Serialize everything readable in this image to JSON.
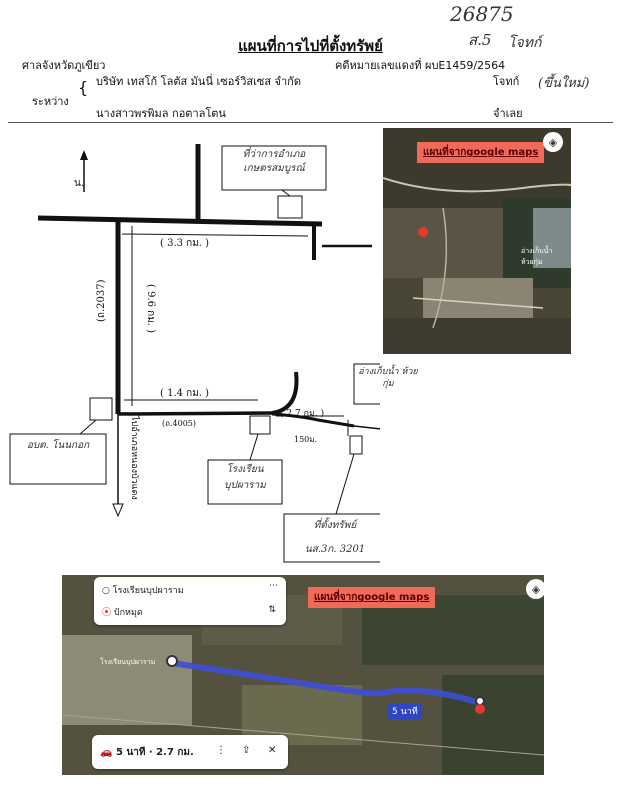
{
  "header": {
    "stamp_number": "26875",
    "stamp_code": "ส.5",
    "stamp_note": "โจทก์",
    "stamp_sub": "(ขึ้นใหม่)",
    "title": "แผนที่การไปที่ตั้งทรัพย์",
    "court": "ศาลจังหวัดภูเขียว",
    "case_number": "คดีหมายเลขแดงที่ ผบE1459/2564",
    "between_label": "ระหว่าง",
    "plaintiff": "บริษัท เทสโก้ โลตัส มันนี่ เซอร์วิสเซส จำกัด",
    "plaintiff_role": "โจทก์",
    "defendant": "นางสาวพรพิมล กอตาลโตน",
    "defendant_role": "จำเลย"
  },
  "sketch": {
    "north": "น.",
    "district_office": "ที่ว่าการอำเภอ เกษตรสมบูรณ์",
    "dist_33": "( 3.3 กม. )",
    "dist_96": "( 9.6 กม. )",
    "road_2037": "(ถ.2037)",
    "dist_14": "( 1.4 กม. )",
    "road_4005": "(ถ.4005)",
    "dist_27": "( 2.7 กม. )",
    "dist_150": "150ม.",
    "dam": "อ่างเก็บน้ำ ห้วยกุ่ม",
    "sao": "อบต. โนนกอก",
    "to_place": "ไปอำเภอหนองบัวแดง",
    "school": "โรงเรียน บุปผาราม",
    "asset": "ที่ตั้งทรัพย์",
    "deed": "นส.3ก. 3201"
  },
  "map1": {
    "label": "แผนที่จากgoogle maps",
    "place": "อ่างเก็บน้ำ ห้วยกุ่ม"
  },
  "map2": {
    "label": "แผนที่จากgoogle maps",
    "origin": "โรงเรียนบุปผาราม",
    "destination": "ปักหมุด",
    "route_badge": "5 นาที",
    "summary": "5 นาที · 2.7 กม.",
    "school_label": "โรงเรียนบุปผาราม"
  }
}
